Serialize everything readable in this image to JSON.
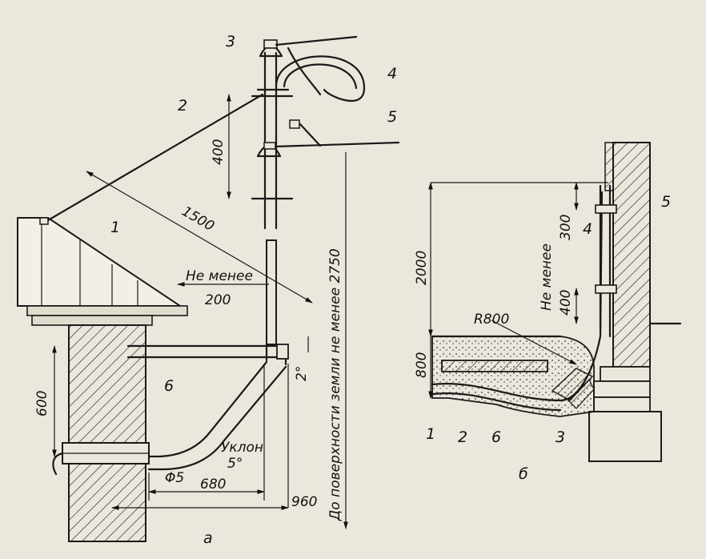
{
  "figure_a": {
    "caption": "а",
    "labels": {
      "item_1": "1",
      "item_2": "2",
      "item_3": "3",
      "item_4": "4",
      "item_5": "5",
      "item_6": "6"
    },
    "dims": {
      "d_400": "400",
      "d_1500": "1500",
      "not_less": "Не менее",
      "d_200": "200",
      "d_600": "600",
      "d_680": "680",
      "d_960": "960",
      "slope": "Уклон",
      "slope_val": "5°",
      "phi5": "Φ5",
      "angle2": "2°",
      "ground_note": "До поверхности земли не менее 2750"
    }
  },
  "figure_b": {
    "caption": "б",
    "labels": {
      "item_1": "1",
      "item_2": "2",
      "item_6": "6",
      "item_3": "3",
      "item_4": "4",
      "item_5": "5"
    },
    "dims": {
      "d_2000": "2000",
      "d_300": "300",
      "d_800": "800",
      "d_400": "400",
      "r800": "R800",
      "not_less": "Не менее"
    }
  }
}
